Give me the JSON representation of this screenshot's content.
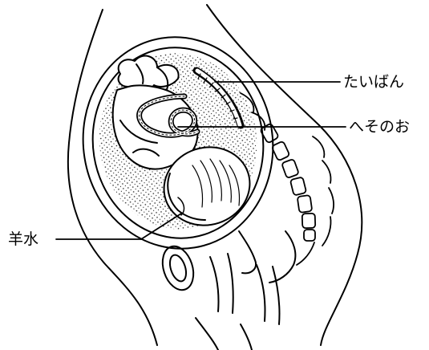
{
  "labels": {
    "placenta": "たいばん",
    "umbilical_cord": "へそのお",
    "amniotic_fluid": "羊水"
  },
  "colors": {
    "ink": "#000000",
    "paper": "#ffffff"
  }
}
